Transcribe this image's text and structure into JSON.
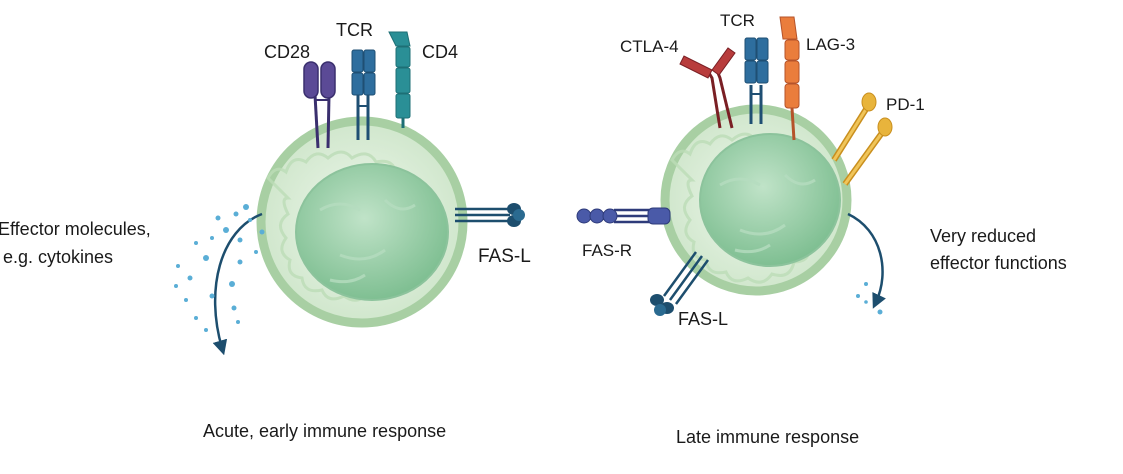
{
  "left_panel": {
    "receptors": {
      "cd28": "CD28",
      "tcr": "TCR",
      "cd4": "CD4"
    },
    "ligand": "FAS-L",
    "effector_line1": "Effector molecules,",
    "effector_line2": "e.g. cytokines",
    "caption": "Acute, early immune response"
  },
  "right_panel": {
    "receptors": {
      "ctla4": "CTLA-4",
      "tcr": "TCR",
      "lag3": "LAG-3",
      "pd1": "PD-1"
    },
    "fas_r": "FAS-R",
    "fas_l": "FAS-L",
    "effect_line1": "Very reduced",
    "effect_line2": "effector functions",
    "caption": "Late immune response"
  },
  "colors": {
    "cytoplasm": "#d9ecd9",
    "membrane": "#a8cfa3",
    "nucleus": "#9dceaa",
    "cd28": "#5b4a96",
    "tcr": "#2e6e9e",
    "cd4": "#2a8f96",
    "ctla4": "#b83c3c",
    "lag3": "#ea7d3c",
    "pd1": "#e8b43c",
    "fas": "#1d4e6e",
    "fas_r": "#4a5aa8",
    "arrow": "#1d4e6e",
    "dots": "#5aaed6"
  }
}
